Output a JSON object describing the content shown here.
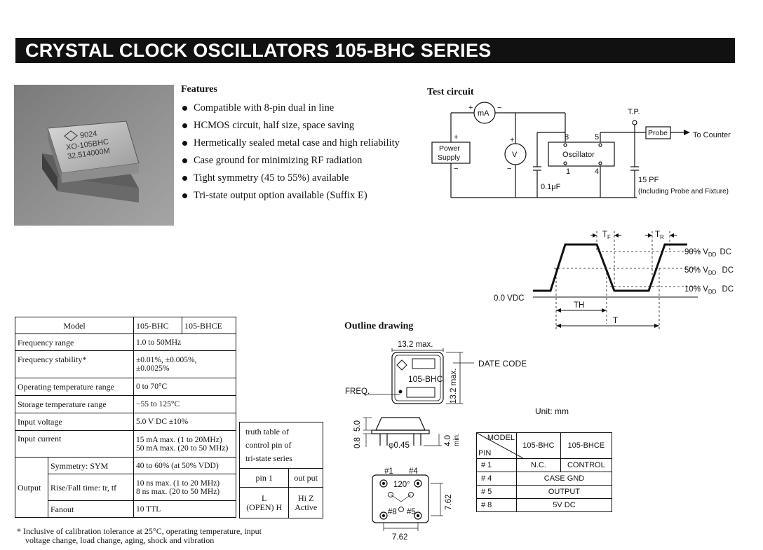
{
  "title": "CRYSTAL CLOCK OSCILLATORS 105-BHC SERIES",
  "photo": {
    "line1": "9024",
    "line2": "XO-105BHC",
    "line3": "32.514000M"
  },
  "features": {
    "heading": "Features",
    "items": [
      "Compatible with 8-pin dual in line",
      "HCMOS circuit, half size, space saving",
      "Hermetically sealed metal case and high reliability",
      "Case ground for minimizing RF radiation",
      "Tight symmetry (45 to 55%) available",
      "Tri-state output option available (Suffix E)"
    ]
  },
  "test_circuit": {
    "heading": "Test circuit",
    "ma": "mA",
    "plus1": "+",
    "minus1": "−",
    "power_supply_1": "Power",
    "power_supply_2": "Supply",
    "ps_plus": "+",
    "ps_minus": "−",
    "volt": "V",
    "v_plus": "+",
    "v_minus": "−",
    "oscillator": "Oscillator",
    "pin8": "8",
    "pin5": "5",
    "pin1": "1",
    "pin4": "4",
    "cap1": "0.1μF",
    "tp": "T.P.",
    "probe": "Probe",
    "to_counter": "To  Counter",
    "cap2": "15 PF",
    "cap2_note": "(Including Probe and Fixture)"
  },
  "waveform": {
    "tf": "T",
    "tf_sub": "F",
    "tr": "T",
    "tr_sub": "R",
    "l90": "90%  V",
    "l50": "50%  V",
    "l10": "10%  V",
    "dd": "DD",
    "dc": "DC",
    "zero": "0.0 VDC",
    "th": "TH",
    "t": "T"
  },
  "spec_table": {
    "header": {
      "model": "Model",
      "col1": "105-BHC",
      "col2": "105-BHCE"
    },
    "rows": [
      {
        "label": "Frequency range",
        "value": "1.0 to 50MHz"
      },
      {
        "label": "Frequency stability*",
        "value1": "±0.01%, ±0.005%,",
        "value2": "±0.0025%"
      },
      {
        "label": "Operating temperature range",
        "value": "0 to 70°C"
      },
      {
        "label": "Storage temperature range",
        "value": "−55 to 125°C"
      },
      {
        "label": "Input voltage",
        "value": "5.0 V  DC ±10%"
      },
      {
        "label": "Input current",
        "value1": "15 mA max. (1 to 20MHz)",
        "value2": "50 mA max. (20 to 50 MHz)"
      }
    ],
    "output_label": "Output",
    "output_rows": [
      {
        "label": "Symmetry: SYM",
        "value": "40 to 60% (at 50% VDD)"
      },
      {
        "label": "Rise/Fall time: tr, tf",
        "value1": "10 ns max. (1 to 20 MHz)",
        "value2": "8 ns max. (20 to 50 MHz)"
      },
      {
        "label": "Fanout",
        "value": "10 TTL"
      }
    ]
  },
  "truth_table": {
    "caption1": "truth table of",
    "caption2": "control pin of",
    "caption3": "tri-state series",
    "head_pin": "pin 1",
    "head_out": "out put",
    "val_pin1": "L",
    "val_pin2": "(OPEN) H",
    "val_out1": "Hi  Z",
    "val_out2": "Active"
  },
  "footnote": {
    "line1": "* Inclusive of calibration tolerance at 25°C, operating temperature, input",
    "line2": "voltage change, load change, aging, shock and vibration"
  },
  "outline": {
    "heading": "Outline drawing",
    "width_dim": "13.2 max.",
    "height_dim": "13.2 max.",
    "date_code": "DATE CODE",
    "freq": "FREQ.",
    "model": "105-BHC",
    "h50": "5.0",
    "h08": "0.8",
    "pin_dia": "φ0.45",
    "min_len": "4.0",
    "min_label": "min.",
    "p1": "#1",
    "p4": "#4",
    "p8": "#8",
    "p5": "#5",
    "angle": "120°",
    "pitch_v": "7.62",
    "pitch_h": "7.62",
    "unit": "Unit:  mm"
  },
  "pin_table": {
    "model": "MODEL",
    "pin": "PIN",
    "col1": "105-BHC",
    "col2": "105-BHCE",
    "rows": [
      {
        "pin": "# 1",
        "v1": "N.C.",
        "v2": "CONTROL"
      },
      {
        "pin": "# 4",
        "span": "CASE  GND"
      },
      {
        "pin": "# 5",
        "span": "OUTPUT"
      },
      {
        "pin": "# 8",
        "span": "5V  DC"
      }
    ]
  }
}
